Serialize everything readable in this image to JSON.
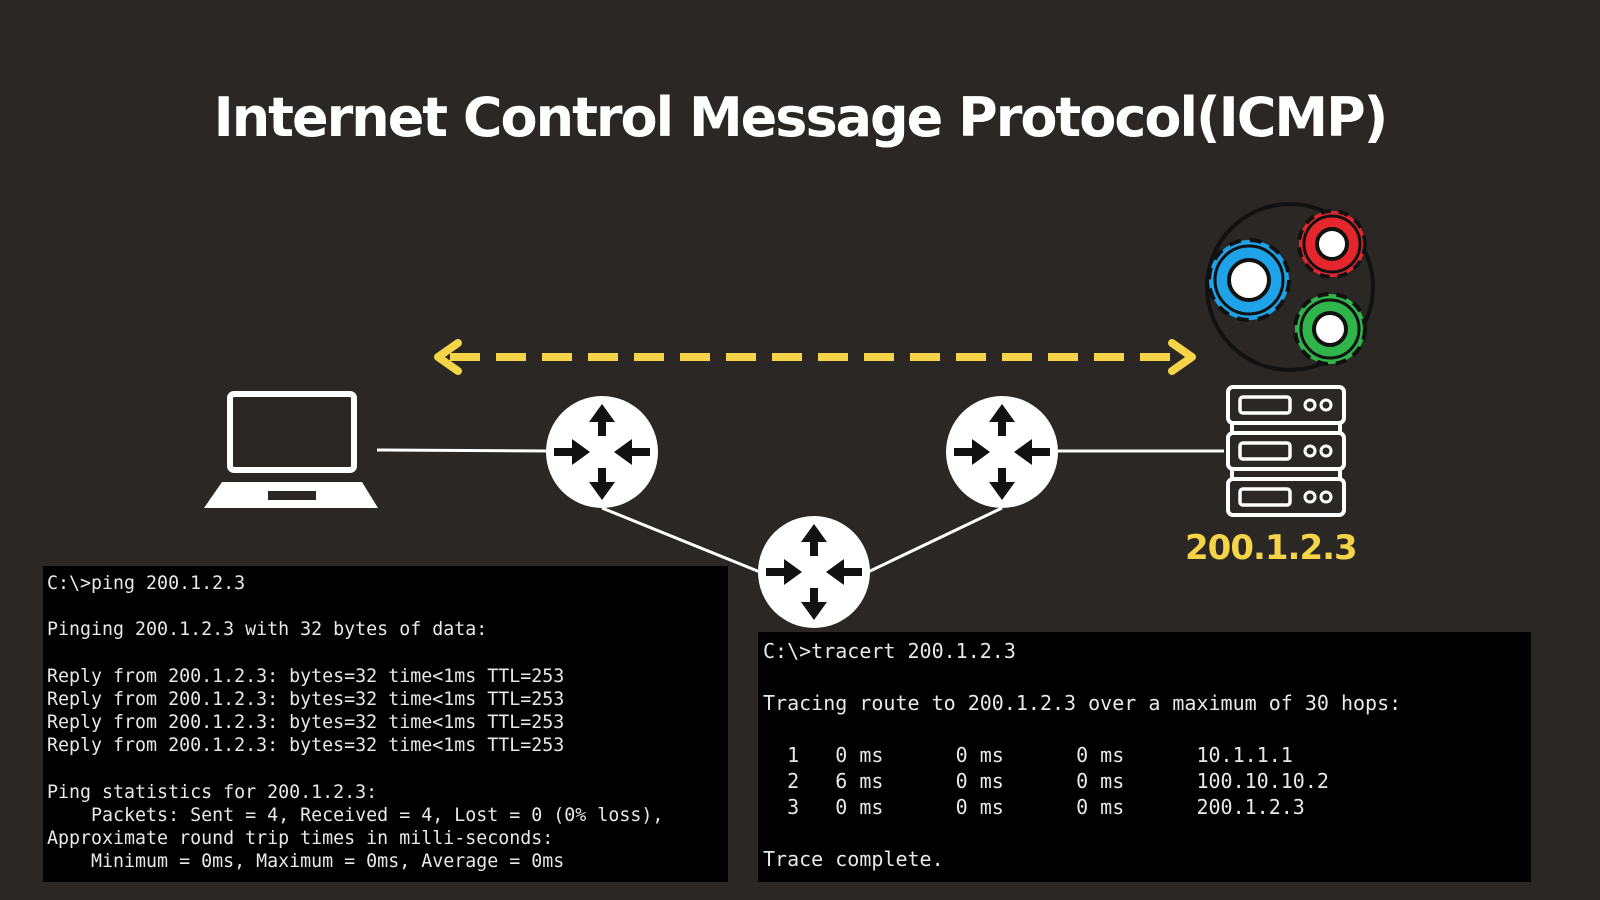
{
  "title": "Internet Control Message Protocol(ICMP)",
  "server_ip": "200.1.2.3",
  "colors": {
    "background": "#2a2725",
    "arrow": "#f5d547",
    "ip_label": "#f5d547",
    "gear_blue": "#1fa3e8",
    "gear_red": "#e5262c",
    "gear_green": "#2fb54a"
  },
  "icons": {
    "client": "laptop-icon",
    "router": "router-icon",
    "server": "server-rack-icon",
    "process": "gears-icon"
  },
  "ping_terminal": {
    "lines": [
      "C:\\>ping 200.1.2.3",
      "",
      "Pinging 200.1.2.3 with 32 bytes of data:",
      "",
      "Reply from 200.1.2.3: bytes=32 time<1ms TTL=253",
      "Reply from 200.1.2.3: bytes=32 time<1ms TTL=253",
      "Reply from 200.1.2.3: bytes=32 time<1ms TTL=253",
      "Reply from 200.1.2.3: bytes=32 time<1ms TTL=253",
      "",
      "Ping statistics for 200.1.2.3:",
      "    Packets: Sent = 4, Received = 4, Lost = 0 (0% loss),",
      "Approximate round trip times in milli-seconds:",
      "    Minimum = 0ms, Maximum = 0ms, Average = 0ms"
    ]
  },
  "tracert_terminal": {
    "lines": [
      "C:\\>tracert 200.1.2.3",
      "",
      "Tracing route to 200.1.2.3 over a maximum of 30 hops:",
      "",
      "  1   0 ms      0 ms      0 ms      10.1.1.1",
      "  2   6 ms      0 ms      0 ms      100.10.10.2",
      "  3   0 ms      0 ms      0 ms      200.1.2.3",
      "",
      "Trace complete."
    ]
  }
}
